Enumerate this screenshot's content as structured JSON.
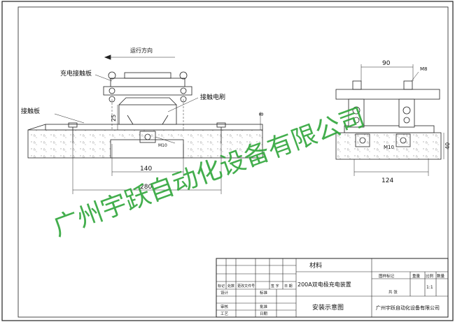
{
  "labels": {
    "direction": "运行方向",
    "charge_plate": "充电接触板",
    "brush": "接触电刷",
    "contact_plate": "接触板"
  },
  "dims": {
    "d25": "25",
    "d8": "8",
    "d140": "140",
    "d280": "280",
    "d90": "90",
    "d40": "40",
    "d124": "124",
    "m8": "M8",
    "m10_left": "M10",
    "m10_right": "M10"
  },
  "watermark": "广州宇跃自动化设备有限公司",
  "title_block": {
    "material": "材料",
    "product": "200A双电极充电装置",
    "drawing": "安装示意图",
    "company": "广州宇跃自动化设备有限公司",
    "stage_mark": "图样标记",
    "weight": "重量",
    "ratio": "比例",
    "quantity": "数量",
    "ratio_value": "1:1",
    "total": "共    张",
    "rev_mark": "标记",
    "rev_count": "处数",
    "rev_doc": "更改文件号",
    "rev_sign": "签  字",
    "rev_date": "日  期",
    "design": "设计",
    "review": "审核",
    "craft": "工艺",
    "standard": "标准",
    "approve": "批准",
    "date": "日期"
  },
  "colors": {
    "line": "#222222",
    "watermark": "#2fa53a",
    "hatch": "#8a8a8a"
  }
}
